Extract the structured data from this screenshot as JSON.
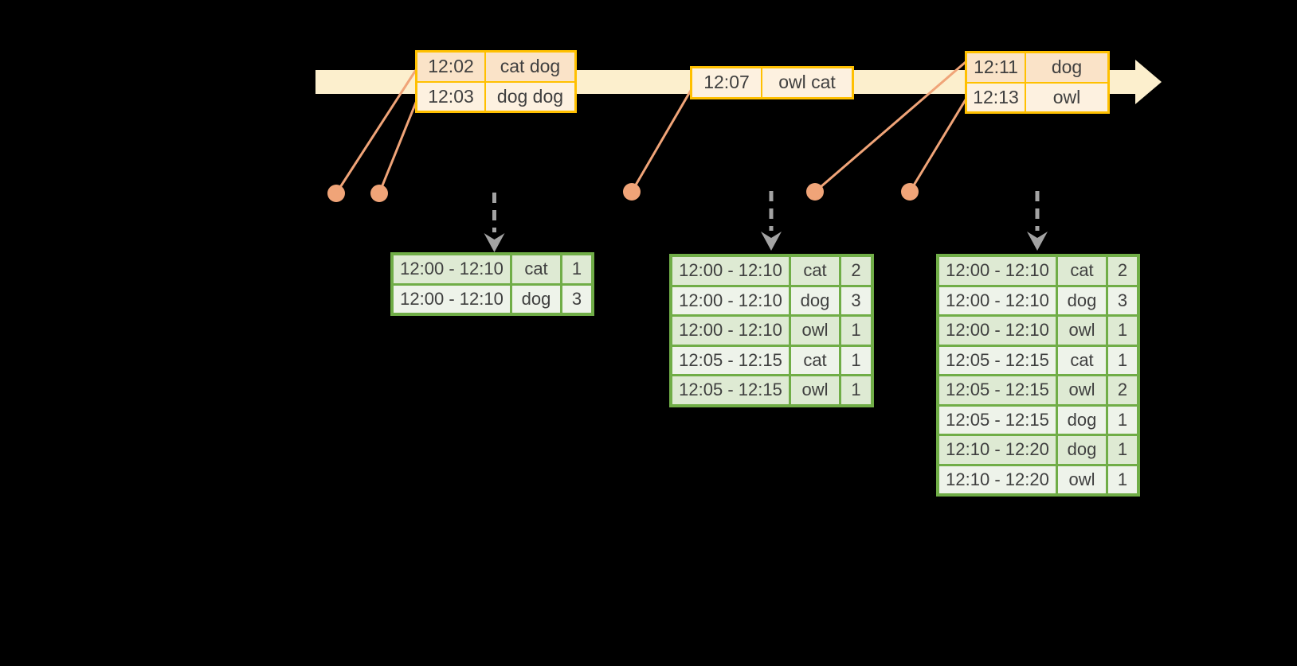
{
  "diagram": {
    "kind": "streaming windowed word-count timeline",
    "colors": {
      "background": "#000000",
      "timeline_fill": "#FCEFCD",
      "event_table_border": "#FFC000",
      "event_row_dark": "#FAE3C8",
      "event_row_light": "#FDF1E0",
      "connector": "#F0A478",
      "trigger_arrow": "#A3A3A3",
      "result_table_border": "#70AD47",
      "result_row_dark": "#DEEAD3",
      "result_row_light": "#EEF3EA",
      "text": "#3F3F3F"
    }
  },
  "event_tables": [
    {
      "rows": [
        [
          "12:02",
          "cat dog"
        ],
        [
          "12:03",
          "dog dog"
        ]
      ]
    },
    {
      "rows": [
        [
          "12:07",
          "owl cat"
        ]
      ]
    },
    {
      "rows": [
        [
          "12:11",
          "dog"
        ],
        [
          "12:13",
          "owl"
        ]
      ]
    }
  ],
  "result_tables": [
    {
      "rows": [
        [
          "12:00 - 12:10",
          "cat",
          "1"
        ],
        [
          "12:00 - 12:10",
          "dog",
          "3"
        ]
      ]
    },
    {
      "rows": [
        [
          "12:00 - 12:10",
          "cat",
          "2"
        ],
        [
          "12:00 - 12:10",
          "dog",
          "3"
        ],
        [
          "12:00 - 12:10",
          "owl",
          "1"
        ],
        [
          "12:05 - 12:15",
          "cat",
          "1"
        ],
        [
          "12:05 - 12:15",
          "owl",
          "1"
        ]
      ]
    },
    {
      "rows": [
        [
          "12:00 - 12:10",
          "cat",
          "2"
        ],
        [
          "12:00 - 12:10",
          "dog",
          "3"
        ],
        [
          "12:00 - 12:10",
          "owl",
          "1"
        ],
        [
          "12:05 - 12:15",
          "cat",
          "1"
        ],
        [
          "12:05 - 12:15",
          "owl",
          "2"
        ],
        [
          "12:05 - 12:15",
          "dog",
          "1"
        ],
        [
          "12:10 - 12:20",
          "dog",
          "1"
        ],
        [
          "12:10 - 12:20",
          "owl",
          "1"
        ]
      ]
    }
  ]
}
